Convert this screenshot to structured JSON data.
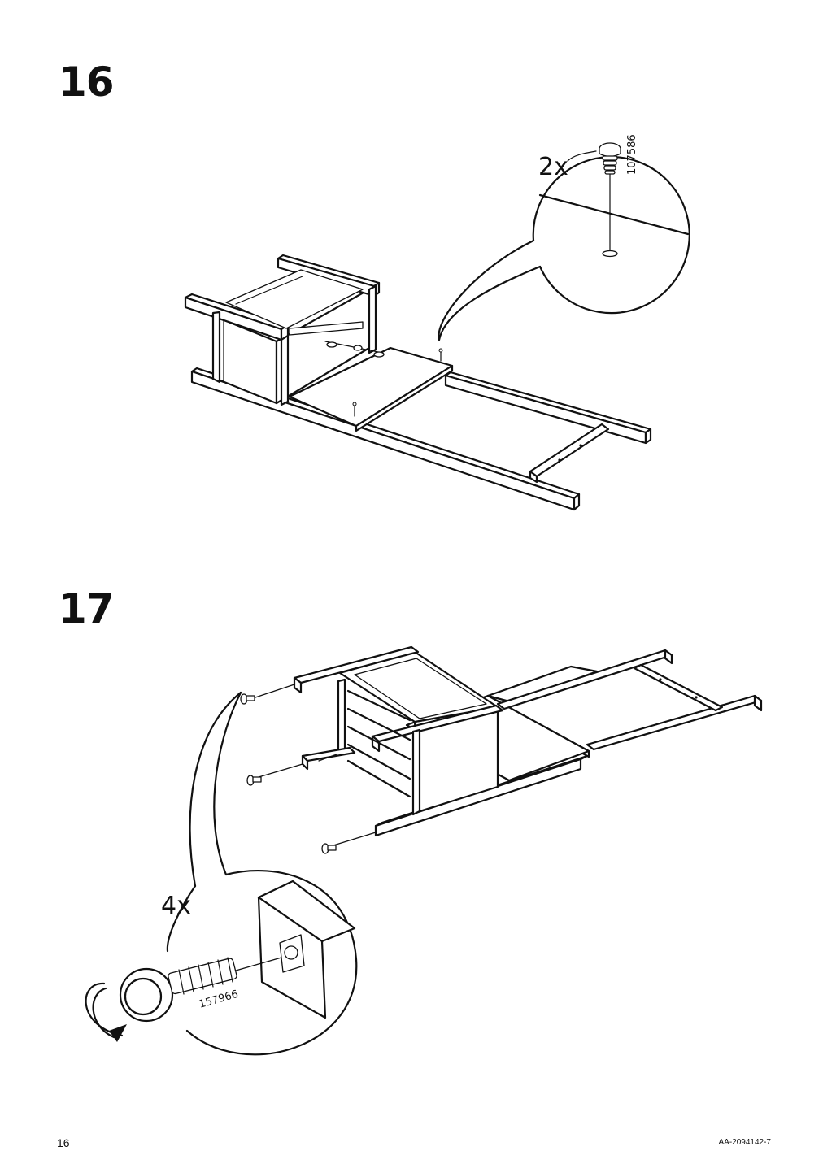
{
  "steps": [
    {
      "number": "16",
      "quantity": "2x",
      "part_number": "107586"
    },
    {
      "number": "17",
      "quantity": "4x",
      "part_number": "157966"
    }
  ],
  "footer": {
    "page_number": "16",
    "document_id": "AA-2094142-7"
  },
  "icons": [
    "plug-icon",
    "adjustable-foot-icon",
    "rotate-arrow-icon"
  ]
}
